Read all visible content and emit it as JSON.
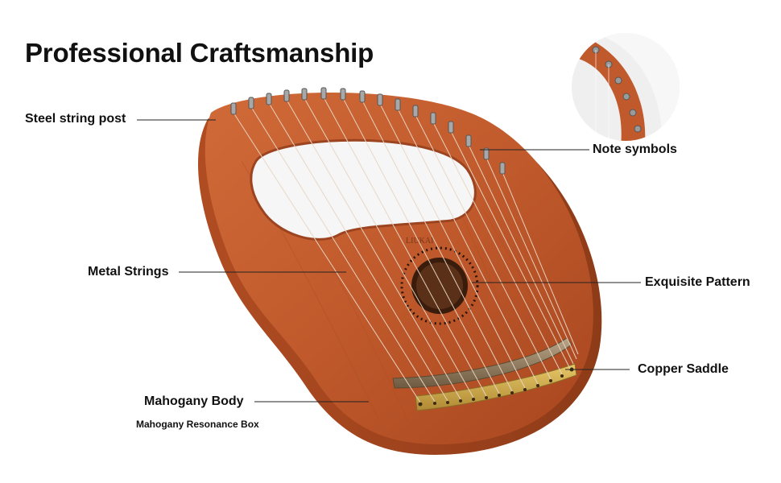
{
  "title": "Professional Craftsmanship",
  "callouts": {
    "steel_string_post": "Steel string post",
    "note_symbols": "Note symbols",
    "metal_strings": "Metal Strings",
    "exquisite_pattern": "Exquisite Pattern",
    "copper_saddle": "Copper Saddle",
    "mahogany_body": "Mahogany Body",
    "mahogany_resonance_box": "Mahogany Resonance Box"
  },
  "brand_mark": "LIUKAI",
  "colors": {
    "wood": "#c05a2c",
    "wood_dark": "#9c4320",
    "wood_light": "#d36e3c",
    "copper": "#c8a24a",
    "leader_line": "#222222"
  }
}
